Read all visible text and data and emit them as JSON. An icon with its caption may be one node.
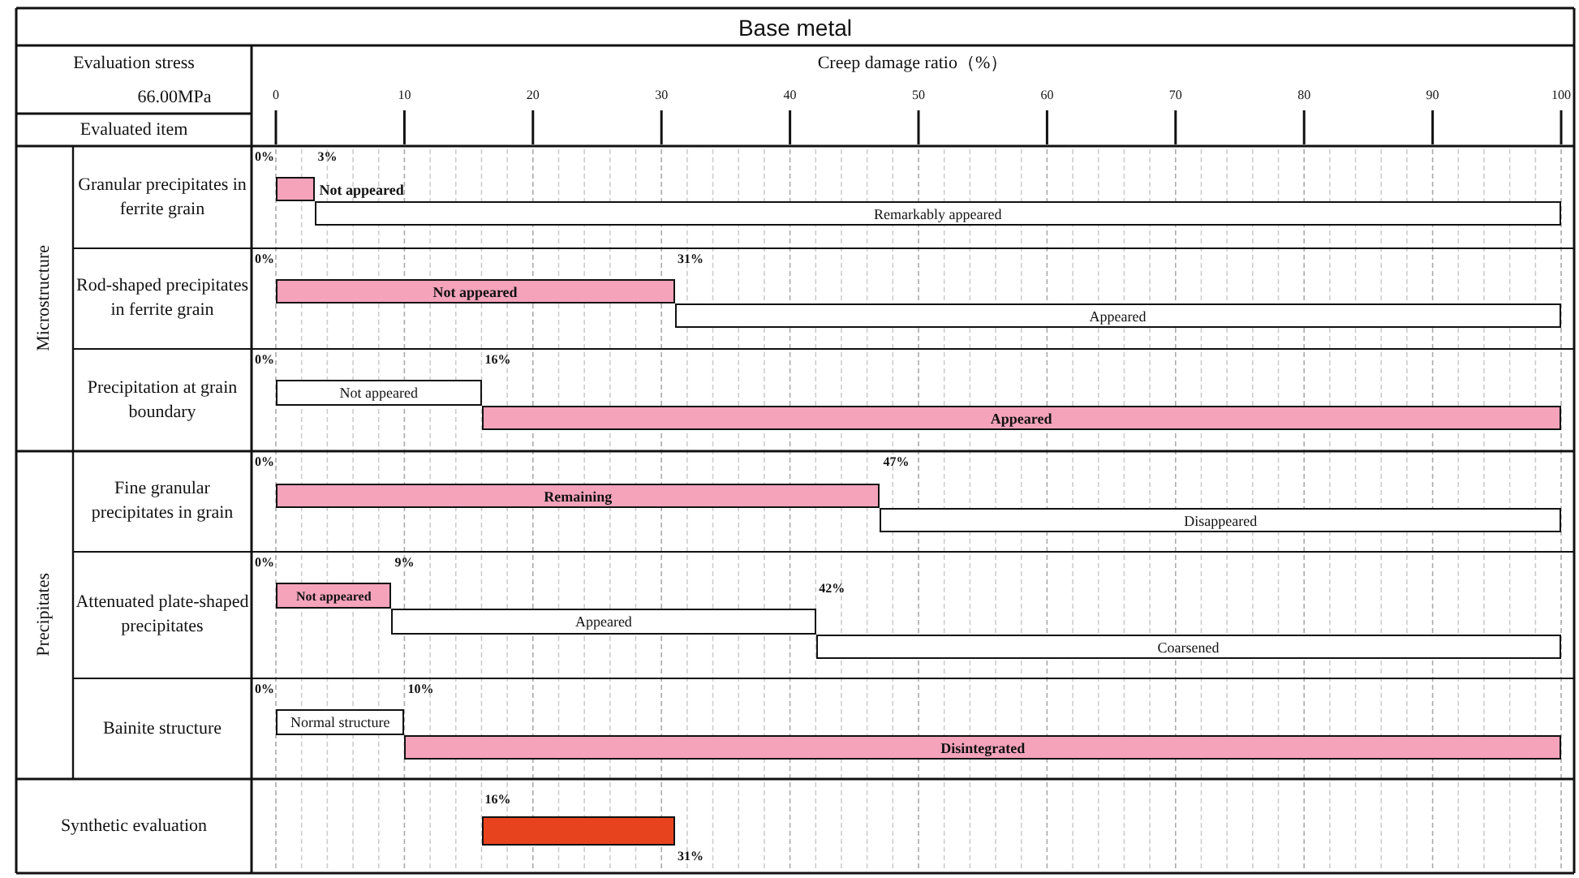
{
  "diagram": {
    "title": "Base metal",
    "nodes": [
      {
        "text": [
          "Not appeared"
        ]
      },
      {
        "text": [
          "Remarkably appeared"
        ]
      },
      {
        "text": [
          "Not appeared"
        ]
      },
      {
        "text": [
          "Appeared"
        ]
      },
      {
        "text": [
          "Not appeared"
        ]
      },
      {
        "text": [
          "Appeared"
        ]
      },
      {
        "text": [
          "Remaining"
        ]
      },
      {
        "text": [
          "Disappeared"
        ]
      },
      {
        "text": [
          "Not appeared"
        ]
      },
      {
        "text": [
          "Appeared"
        ]
      },
      {
        "text": [
          "Coarsened"
        ]
      },
      {
        "text": [
          "Normal structure"
        ]
      },
      {
        "text": [
          "Disintegrated"
        ]
      },
      {
        "text": [],
        "shape": "bar"
      }
    ],
    "labels": [
      "Evaluation stress",
      "Creep damage ratio（%）",
      "66.00MPa",
      "0",
      "10",
      "20",
      "30",
      "40",
      "50",
      "60",
      "70",
      "80",
      "90",
      "100",
      "Evaluated item",
      "Microstructure",
      "Granular precipitates in ferrite grain",
      "0%",
      "3%",
      "Rod-shaped precipitates in ferrite grain",
      "0%",
      "31%",
      "Precipitation at grain boundary",
      "0%",
      "16%",
      "Precipitates",
      "Fine granular precipitates in grain",
      "0%",
      "47%",
      "Attenuated plate-shaped precipitates",
      "0%",
      "9%",
      "42%",
      "Bainite structure",
      "0%",
      "10%",
      "Synthetic evaluation",
      "16%",
      "31%"
    ]
  }
}
